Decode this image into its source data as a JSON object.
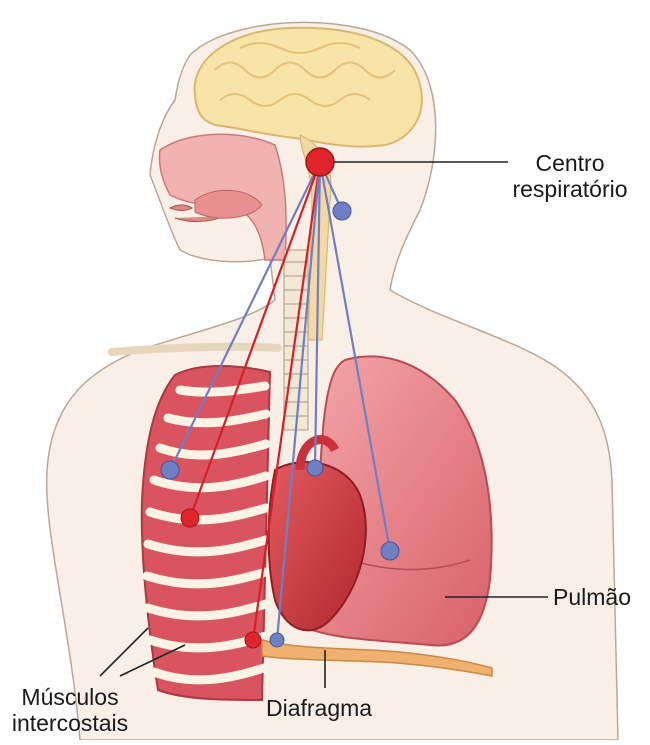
{
  "labels": {
    "centro_line1": "Centro",
    "centro_line2": "respiratório",
    "pulmao": "Pulmão",
    "diafragma": "Diafragma",
    "musculos_line1": "Músculos",
    "musculos_line2": "intercostais"
  },
  "colors": {
    "nerve_red": "#d61f26",
    "nerve_blue": "#6e7fc4",
    "skin": "#f9efe7",
    "lung": "#e9848a",
    "brain": "#f7e4a6",
    "muscle": "#d9545e",
    "rib": "#fbf3e4"
  }
}
